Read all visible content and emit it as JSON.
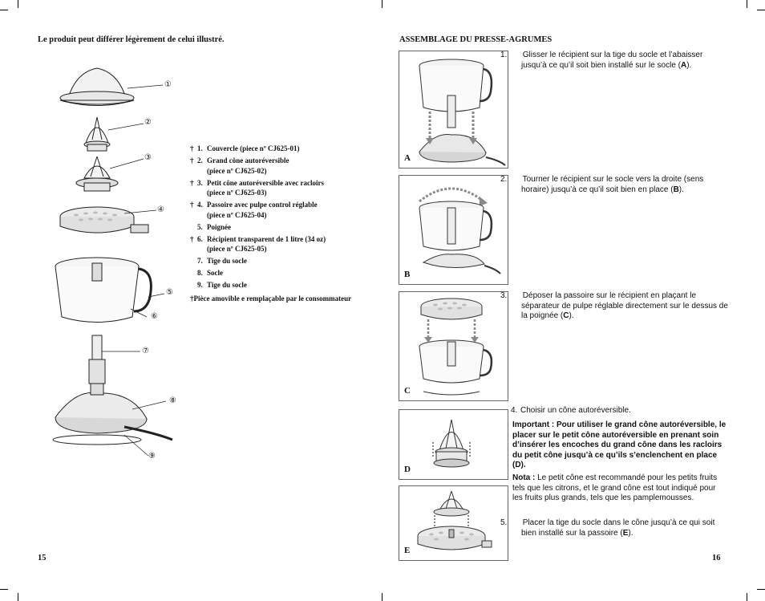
{
  "left_page": {
    "intro": "Le produit peut différer légèrement de celui illustré.",
    "page_number": "15",
    "callout_numbers": [
      "①",
      "②",
      "③",
      "④",
      "⑤",
      "⑥",
      "⑦",
      "⑧",
      "⑨"
    ],
    "parts": [
      {
        "dagger": "†",
        "num": "1.",
        "text": "Couvercle (piece nº CJ625-01)",
        "sub": ""
      },
      {
        "dagger": "†",
        "num": "2.",
        "text": "Grand cône autoréversible",
        "sub": "(piece nº CJ625-02)"
      },
      {
        "dagger": "†",
        "num": "3.",
        "text": "Petit cône autoréversible avec racloirs",
        "sub": "(piece nº CJ625-03)"
      },
      {
        "dagger": "†",
        "num": "4.",
        "text": "Passoire avec pulpe control réglable",
        "sub": "(piece nº CJ625-04)"
      },
      {
        "dagger": "",
        "num": "5.",
        "text": "Poignée",
        "sub": ""
      },
      {
        "dagger": "†",
        "num": "6.",
        "text": "Récipient transparent de 1 litre (34 oz)",
        "sub": "(piece nº CJ625-05)"
      },
      {
        "dagger": "",
        "num": "7.",
        "text": "Tige du socle",
        "sub": ""
      },
      {
        "dagger": "",
        "num": "8.",
        "text": "Socle",
        "sub": ""
      },
      {
        "dagger": "",
        "num": "9.",
        "text": "Tige du socle",
        "sub": ""
      }
    ],
    "footnote": "†Pièce amovible e remplaçable par le consommateur"
  },
  "right_page": {
    "title": "ASSEMBLAGE DU PRESSE-AGRUMES",
    "page_number": "16",
    "figure_labels": [
      "A",
      "B",
      "C",
      "D",
      "E"
    ],
    "step1": {
      "num": "1.",
      "text": "Glisser le récipient sur la tige du socle et l’abaisser jusqu’à ce qu’il soit bien installé sur le socle (",
      "ref": "A",
      "end": ")."
    },
    "step2": {
      "num": "2.",
      "text": "Tourner le récipient sur le socle vers la droite (sens horaire) jusqu’à ce qu’il soit bien en place (",
      "ref": "B",
      "end": ")."
    },
    "step3": {
      "num": "3.",
      "text": "Déposer la passoire sur le récipient en plaçant le séparateur de pulpe réglable directement sur le dessus de la poignée (",
      "ref": "C",
      "end": ")."
    },
    "step4": {
      "num": "4.",
      "text": "Choisir un cône autoréversible."
    },
    "important": "Important : Pour utiliser le grand cône autoréversible, le placer sur le petit cône autoréversible en prenant soin d’insérer les encoches du grand cône dans les racloirs du petit cône jusqu’à ce qu’ils s’enclenchent en place (D).",
    "nota_label": "Nota :",
    "nota_text": "Le petit cône est recommandé pour les petits fruits tels que les citrons, et le grand cône est tout indiqué pour les fruits plus grands, tels que les pamplemousses.",
    "step5": {
      "num": "5.",
      "text": "Placer la tige du socle dans le cône jusqu’à ce qui soit bien installé sur la passoire (",
      "ref": "E",
      "end": ")."
    }
  }
}
